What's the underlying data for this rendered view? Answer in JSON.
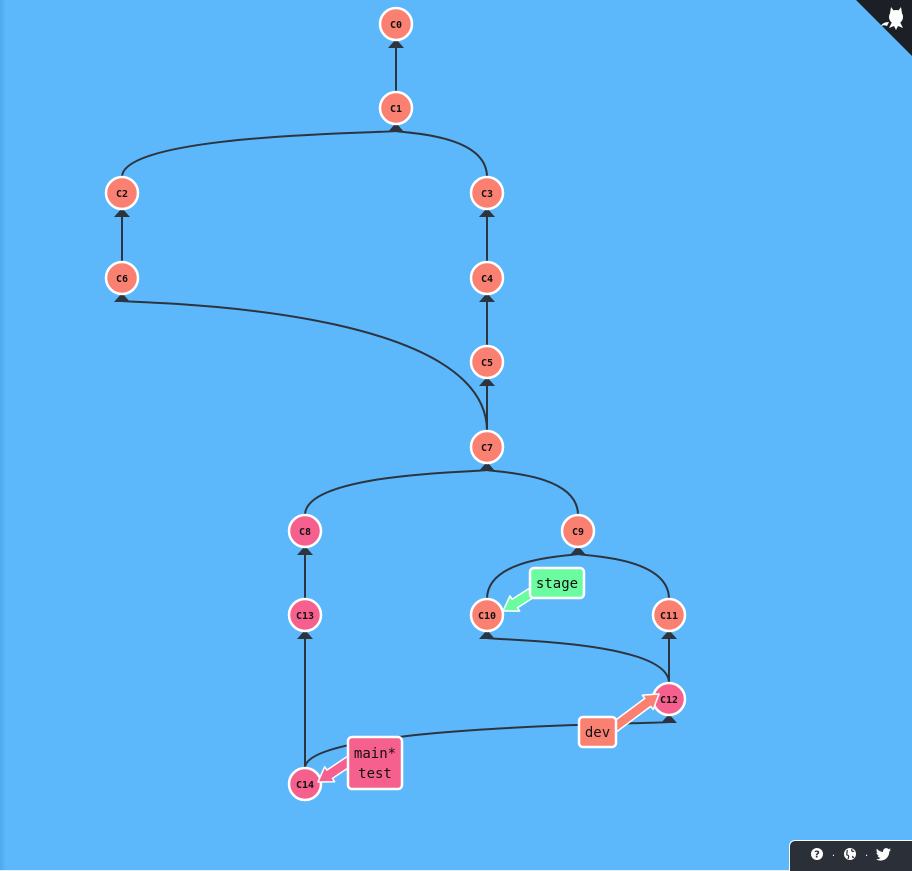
{
  "commits": [
    {
      "id": "C0",
      "label": "C0",
      "color": "#fa8072"
    },
    {
      "id": "C1",
      "label": "C1",
      "color": "#fa8072"
    },
    {
      "id": "C2",
      "label": "C2",
      "color": "#fa8072"
    },
    {
      "id": "C3",
      "label": "C3",
      "color": "#fa8072"
    },
    {
      "id": "C6",
      "label": "C6",
      "color": "#fa8072"
    },
    {
      "id": "C4",
      "label": "C4",
      "color": "#fa8072"
    },
    {
      "id": "C5",
      "label": "C5",
      "color": "#fa8072"
    },
    {
      "id": "C7",
      "label": "C7",
      "color": "#fa8072"
    },
    {
      "id": "C8",
      "label": "C8",
      "color": "#f5608f"
    },
    {
      "id": "C9",
      "label": "C9",
      "color": "#fa8072"
    },
    {
      "id": "C13",
      "label": "C13",
      "color": "#f5608f"
    },
    {
      "id": "C10",
      "label": "C10",
      "color": "#fa8072"
    },
    {
      "id": "C11",
      "label": "C11",
      "color": "#fa8072"
    },
    {
      "id": "C12",
      "label": "C12",
      "color": "#f5608f"
    },
    {
      "id": "C14",
      "label": "C14",
      "color": "#f5608f"
    }
  ],
  "edges": [
    [
      "C1",
      "C0"
    ],
    [
      "C2",
      "C1"
    ],
    [
      "C3",
      "C1"
    ],
    [
      "C6",
      "C2"
    ],
    [
      "C4",
      "C3"
    ],
    [
      "C5",
      "C4"
    ],
    [
      "C7",
      "C5"
    ],
    [
      "C7",
      "C6"
    ],
    [
      "C8",
      "C7"
    ],
    [
      "C9",
      "C7"
    ],
    [
      "C13",
      "C8"
    ],
    [
      "C10",
      "C9"
    ],
    [
      "C11",
      "C9"
    ],
    [
      "C12",
      "C11"
    ],
    [
      "C12",
      "C10"
    ],
    [
      "C14",
      "C13"
    ],
    [
      "C14",
      "C12"
    ]
  ],
  "branches": [
    {
      "name": "stage",
      "lines": [
        "stage"
      ],
      "target": "C10",
      "color": "#6cfca0"
    },
    {
      "name": "dev",
      "lines": [
        "dev"
      ],
      "target": "C12",
      "color": "#fa8072"
    },
    {
      "name": "main-test",
      "lines": [
        "main*",
        "test"
      ],
      "target": "C14",
      "color": "#f5608f"
    }
  ],
  "colors": {
    "background": "#5cb8fa",
    "edge": "#2d3440",
    "footer_bg": "#2b3038"
  },
  "footer": {
    "help_icon": "question-circle-icon",
    "globe_icon": "globe-icon",
    "twitter_icon": "twitter-bird-icon",
    "separator": "·"
  },
  "corner_icon": "github-octocat-icon"
}
